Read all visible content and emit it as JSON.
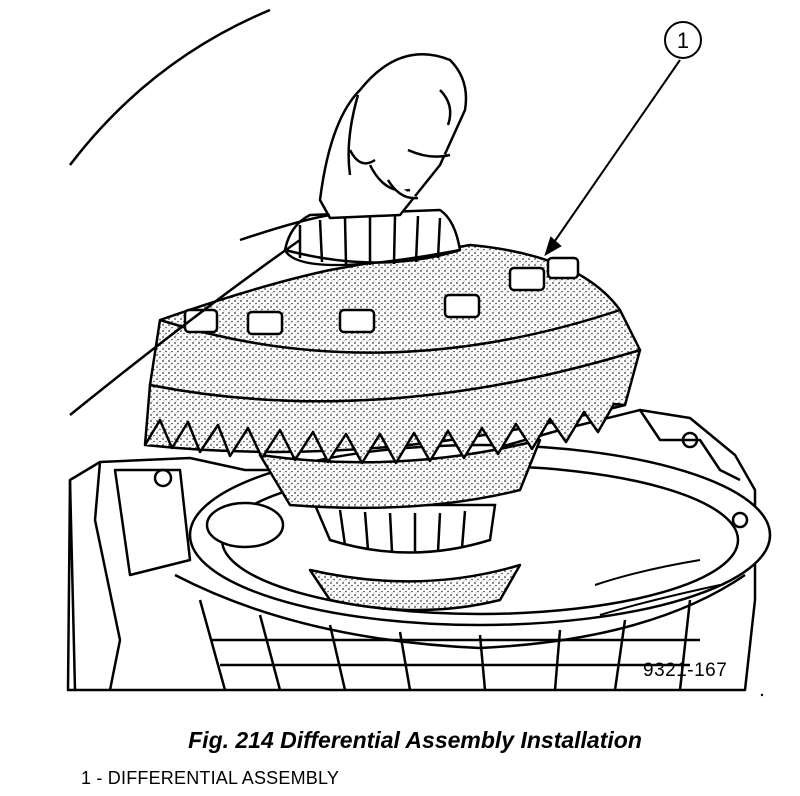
{
  "figure": {
    "callout_number": "1",
    "figure_number": "9321-167",
    "caption": "Fig. 214 Differential Assembly Installation",
    "legend": [
      {
        "label": "1 - DIFFERENTIAL ASSEMBLY"
      }
    ]
  },
  "colors": {
    "ink": "#000000",
    "paper": "#ffffff",
    "stipple": "#555555"
  }
}
